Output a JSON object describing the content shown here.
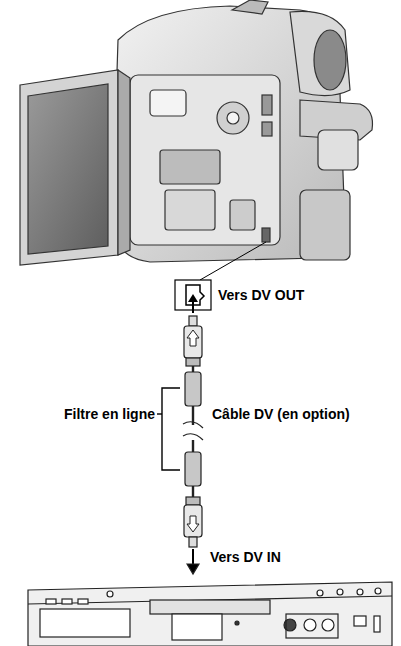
{
  "diagram": {
    "labels": [
      "Vers DV OUT",
      "Filtre en ligne",
      "Câble DV (en option)",
      "Vers DV IN"
    ]
  }
}
